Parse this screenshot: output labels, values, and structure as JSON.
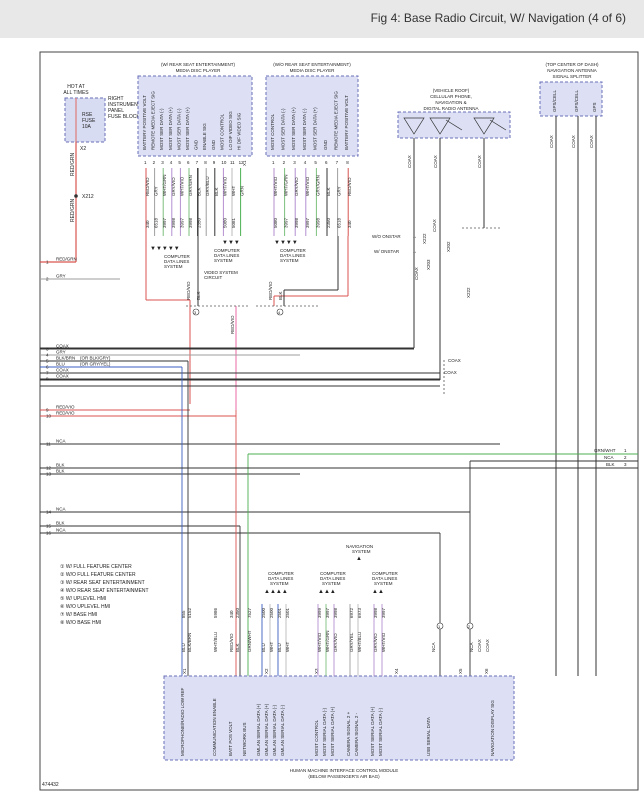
{
  "page": {
    "title": "Fig 4: Base Radio Circuit, W/ Navigation (4 of 6)",
    "figure_id": "474432"
  },
  "components": {
    "fuse_block": {
      "hot_label": [
        "HOT AT",
        "ALL TIMES"
      ],
      "fuse_label": [
        "RSE",
        "FUSE",
        "10A"
      ],
      "block_label": [
        "RIGHT",
        "INSTRUMENT",
        "PANEL",
        "FUSE BLOCK"
      ],
      "connector": "X2",
      "splice": "X212"
    },
    "rse_player": {
      "title": [
        "(W/ REAR SEAT ENTERTAINMENT)",
        "MEDIA DISC PLAYER"
      ],
      "pins": [
        "BATTERY POSITIVE VOLT",
        "REMOTE MEDIA EJECT SIG",
        "MOST SER DATA (-)",
        "MOST SER DATA (+)",
        "MOST SER DATA (-)",
        "MOST SER DATA (+)",
        "GND",
        "ENABLE SIG",
        "GND",
        "MOST CONTROL",
        "LO DIF VIDEO SIG",
        "HI DIF VIDEO SIG"
      ],
      "pin_nums": [
        "1",
        "2",
        "3",
        "4",
        "5",
        "6",
        "7",
        "8",
        "9",
        "10",
        "11",
        "12"
      ],
      "connector": "X1"
    },
    "no_rse_player": {
      "title": [
        "(W/O REAR SEAT ENTERTAINMENT)",
        "MEDIA DISC PLAYER"
      ],
      "pins": [
        "MOST CONTROL",
        "MOST SER DATA (-)",
        "MOST SER DATA (+)",
        "MOST SER DATA (-)",
        "MOST SER DATA (+)",
        "GND",
        "REMOTE MEDIA EJECT SIG",
        "BATTERY POSITIVE VOLT"
      ],
      "pin_nums": [
        "1",
        "2",
        "3",
        "4",
        "5",
        "6",
        "7",
        "8"
      ]
    },
    "antenna": {
      "title": [
        "(VEHICLE ROOF)",
        "CELLULAR PHONE,",
        "NAVIGATION &",
        "DIGITAL RADIO ANTENNA"
      ]
    },
    "splitter": {
      "title": [
        "(TOP CENTER OF DASH)",
        "NAVIGATION ANTENNA",
        "SIGNAL SPLITTER"
      ],
      "pins": [
        "GPS/CELL",
        "GPS/CELL",
        "GPS"
      ]
    },
    "hmi": {
      "title": [
        "HUMAN MACHINE INTERFACE CONTROL MODULE",
        "(BELOW PASSENGER'S AIR BAG)"
      ],
      "pins": [
        "MICROPHONE/RADIO LOW REF",
        "COMMUNICATION ENABLE",
        "BATT POS VOLT",
        "NETWORK BUS",
        "GMLAN SERIAL DATA (+)",
        "GMLAN SERIAL DATA (+)",
        "GMLAN SERIAL DATA (-)",
        "GMLAN SERIAL DATA (-)",
        "MOST CONTROL",
        "MOST SERIAL DATA (-)",
        "MOST SERIAL DATA (+)",
        "CAMERA SIGNAL 2 +",
        "CAMERA SIGNAL 2 -",
        "MOST SERIAL DATA (+)",
        "MOST SERIAL DATA (-)",
        "USB SERIAL DATA",
        "NAVIGATION DISPLAY SIG"
      ],
      "connectors": [
        "X1",
        "X2",
        "X3",
        "X4",
        "X5",
        "X6"
      ]
    }
  },
  "wire_labels": {
    "rse": [
      "RED/VIO",
      "GRY",
      "WHT/GRN",
      "GRY/VIO",
      "WHT/VIO",
      "GRY/GRN",
      "BLK",
      "GRY/BLU",
      "BLK",
      "WHT/VIO",
      "WHT",
      "GRN"
    ],
    "rse_circuits": [
      "340",
      "6518",
      "3997",
      "3998",
      "3997",
      "3998",
      "2350",
      "",
      "",
      "5080",
      "5081",
      ""
    ],
    "no_rse": [
      "WHT/VIO",
      "WHT/GRN",
      "GRY/VIO",
      "WHT/VIO",
      "GRY/GRN",
      "BLK",
      "GRY",
      "RED/VIO"
    ],
    "no_rse_circuits": [
      "5080",
      "3997",
      "3998",
      "3997",
      "3998",
      "2350",
      "6518",
      "340"
    ],
    "left_edge": [
      "RED/GRN",
      "GRY",
      "COAX",
      "GRY",
      "BLK/BRN",
      "BLU",
      "COAX",
      "COAX",
      "RED/VIO",
      "RED/VIO",
      "NCA",
      "BLK",
      "BLK",
      "NCA",
      "BLK",
      "NCA"
    ],
    "left_edge_notes": [
      "(OR BLK/GRY)",
      "(OR GRY/YEL)"
    ],
    "hmi_wires": [
      "BLU",
      "BLK/BRN",
      "WHT/BLU",
      "RED/VIO",
      "BLK",
      "GRN/WHT",
      "BLU",
      "WHT",
      "BLU",
      "WHT",
      "WHT/VIO",
      "WHT/GRN",
      "GRY/VIO",
      "GRY/YEL",
      "WHT/BLU",
      "GRY/VIO",
      "WHT/VIO",
      "NCA",
      "NCA",
      "COAX",
      "COAX"
    ],
    "hmi_circuits": [
      "855",
      "5152",
      "5986",
      "340",
      "2350",
      "7527",
      "2500",
      "2500",
      "2501",
      "2501",
      "3999",
      "3997",
      "3998",
      "6972",
      "6973",
      "3998",
      "3997"
    ],
    "right_edge": [
      "GRN/WHT",
      "NCA",
      "BLK"
    ],
    "antenna_coax": [
      "COAX",
      "COAX",
      "COAX",
      "COAX",
      "COAX"
    ],
    "splitter_coax": [
      "COAX",
      "COAX",
      "COAX"
    ],
    "onstar": [
      "W/O ONSTAR",
      "W/ ONSTAR"
    ],
    "onstar_conns": [
      "X222",
      "X202",
      "X203",
      "X222"
    ],
    "misc": [
      "BLK",
      "RED/VIO",
      "BLK",
      "RED/VIO",
      "RED/GRN",
      "RED/VIO"
    ]
  },
  "notes": {
    "computer_lines": [
      "COMPUTER",
      "DATA LINES",
      "SYSTEM"
    ],
    "video": [
      "COMPUTER",
      "DATA LINES",
      "SYSTEM",
      "VIDEO SYSTEM",
      "CIRCUIT"
    ],
    "navigation": [
      "NAVIGATION",
      "SYSTEM"
    ]
  },
  "legend": [
    "① W/ FULL FEATURE CENTER",
    "② W/O FULL FEATURE CENTER",
    "③ W/ REAR SEAT ENTERTAINMENT",
    "④ W/O REAR SEAT ENTERTAINMENT",
    "⑤ W/ UPLEVEL HMI",
    "⑥ W/O UPLEVEL HMI",
    "⑦ W/ BASE HMI",
    "⑧ W/O BASE HMI"
  ],
  "colors": {
    "red": "#d9534f",
    "pink": "#e86aa6",
    "blue": "#3b5fc0",
    "green": "#4caf50",
    "gray": "#9e9e9e",
    "box_fill": "#dde0f5",
    "box_stroke": "#6a6fb8",
    "fuse_fill": "#d8dcf2"
  }
}
